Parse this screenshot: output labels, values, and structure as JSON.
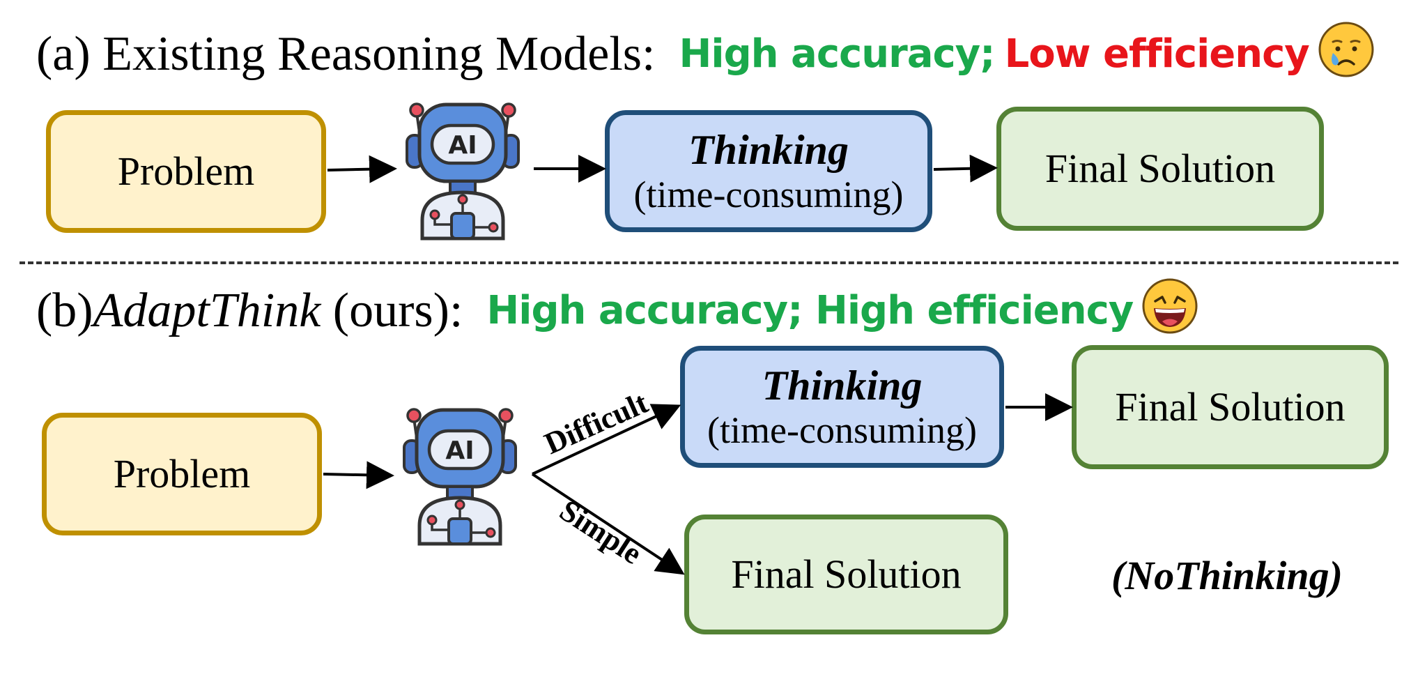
{
  "section_a": {
    "label": "(a) Existing Reasoning Models:",
    "claim_good": "High accuracy;",
    "claim_bad": "Low efficiency",
    "emoji": "crying-face",
    "problem": "Problem",
    "thinking_title": "Thinking",
    "thinking_sub": "(time-consuming)",
    "final": "Final Solution"
  },
  "section_b": {
    "label_prefix": "(b) ",
    "label_name": "AdaptThink",
    "label_suffix": " (ours):",
    "claim": "High accuracy; High efficiency",
    "emoji": "grinning-face",
    "problem": "Problem",
    "branch_difficult": "Difficult",
    "branch_simple": "Simple",
    "thinking_title": "Thinking",
    "thinking_sub": "(time-consuming)",
    "final_top": "Final Solution",
    "final_bottom": "Final Solution",
    "no_thinking": "(NoThinking)"
  },
  "robot": {
    "badge": "AI",
    "icon": "robot-icon"
  },
  "colors": {
    "green": "#1aa84b",
    "red": "#e8151b",
    "problem_fill": "#fff2cc",
    "problem_border": "#bf9000",
    "thinking_fill": "#c9daf8",
    "thinking_border": "#1f4e79",
    "final_fill": "#e2f0d9",
    "final_border": "#548235",
    "emoji_fill": "#ffc83d"
  }
}
